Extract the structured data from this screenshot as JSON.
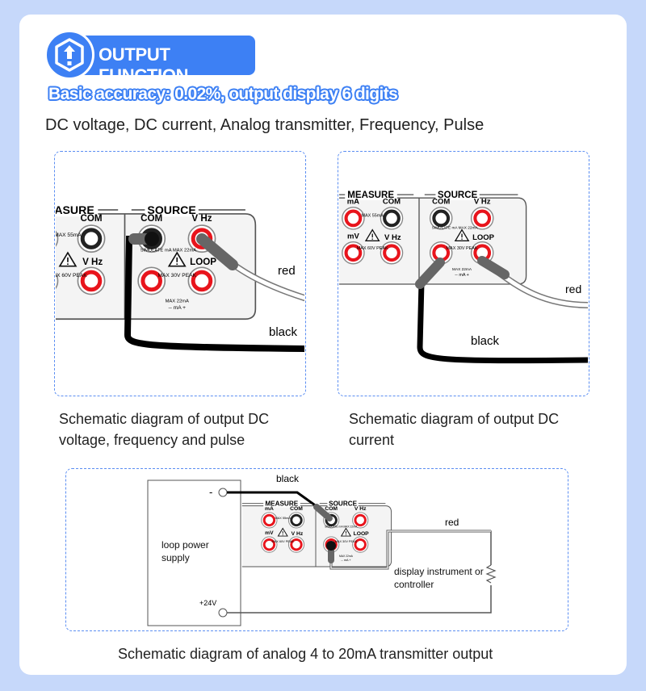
{
  "header": {
    "title": "OUTPUT FUNCTION",
    "icon": "output-arrow-hexagon-icon"
  },
  "subtitle": "Basic accuracy: 0.02%, output display 6 digits",
  "description": "DC voltage, DC current, Analog transmitter, Frequency, Pulse",
  "panel_labels": {
    "measure": "MEASURE",
    "source": "SOURCE",
    "ma": "mA",
    "com": "COM",
    "vhz": "V Hz",
    "loop": "LOOP",
    "mv": "mV",
    "max55": "MAX 55mA",
    "max60": "MAX 60V PEAK",
    "max30": "MAX 30V PEAK",
    "simulate": "SIMULATE mA MAX 22mA",
    "max22": "MAX 22mA",
    "ma_arrow": "-- mA +"
  },
  "diagrams": [
    {
      "caption": "Schematic diagram of output DC voltage, frequency and pulse",
      "red_label": "red",
      "black_label": "black"
    },
    {
      "caption": "Schematic diagram of output DC current",
      "red_label": "red",
      "black_label": "black"
    },
    {
      "caption": "Schematic diagram of analog 4 to 20mA transmitter output",
      "red_label": "red",
      "black_label": "black",
      "supply_label": "loop power supply",
      "minus_label": "-",
      "plus_label": "+24V",
      "instrument_label": "display instrument or controller"
    }
  ],
  "colors": {
    "accent": "#3d80f4",
    "jack_red": "#e8141c",
    "background": "#c6d8fa"
  }
}
